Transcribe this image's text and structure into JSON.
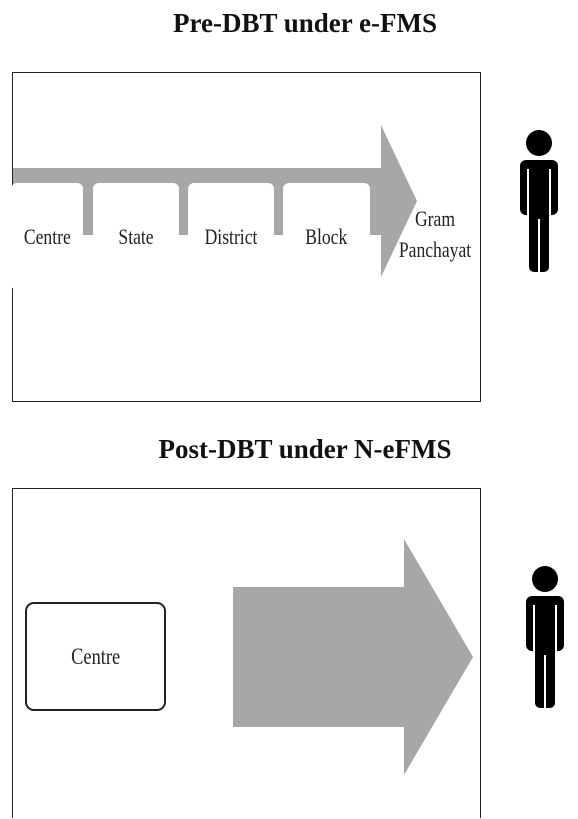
{
  "pre": {
    "title": "Pre-DBT under e-FMS",
    "stages": [
      "Centre",
      "State",
      "District",
      "Block"
    ],
    "last_stage_line1": "Gram",
    "last_stage_line2": "Panchayat"
  },
  "post": {
    "title": "Post-DBT under N-eFMS",
    "stage": "Centre"
  },
  "colors": {
    "arrow": "#a7a7a9",
    "person": "#000000",
    "border": "#222222"
  },
  "icons": {
    "beneficiary": "person-icon"
  }
}
